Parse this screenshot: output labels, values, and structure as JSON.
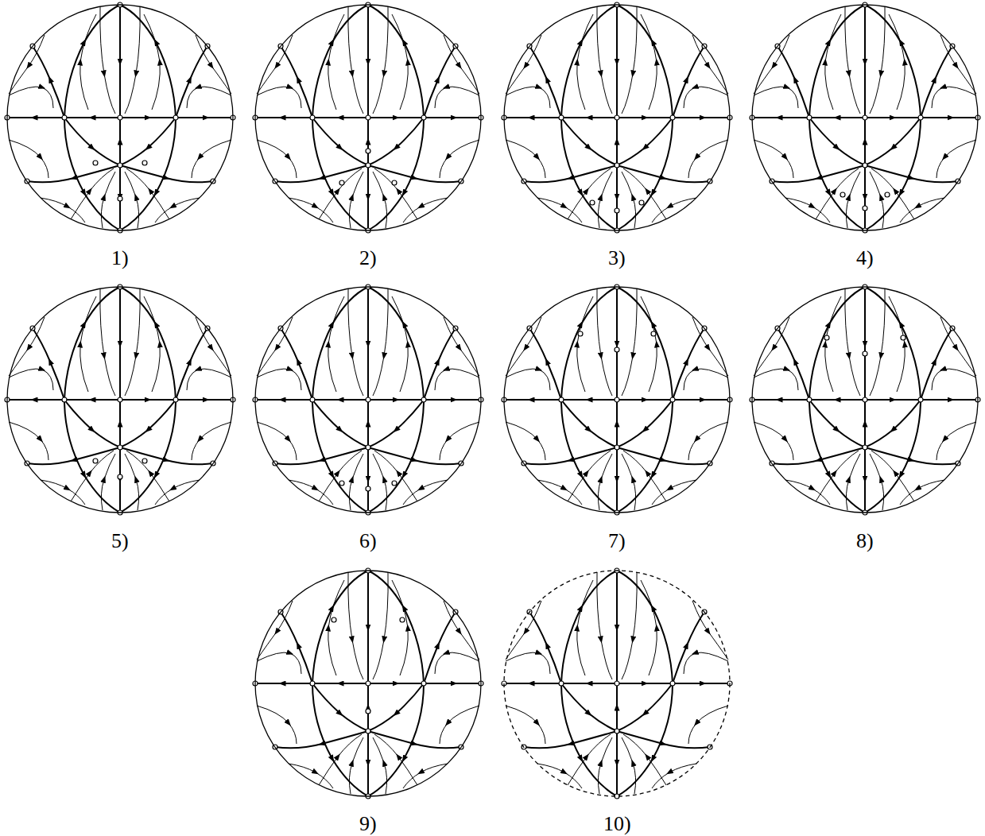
{
  "diagram": {
    "labels": [
      "1)",
      "2)",
      "3)",
      "4)",
      "5)",
      "6)",
      "7)",
      "8)",
      "9)",
      "10)"
    ]
  }
}
